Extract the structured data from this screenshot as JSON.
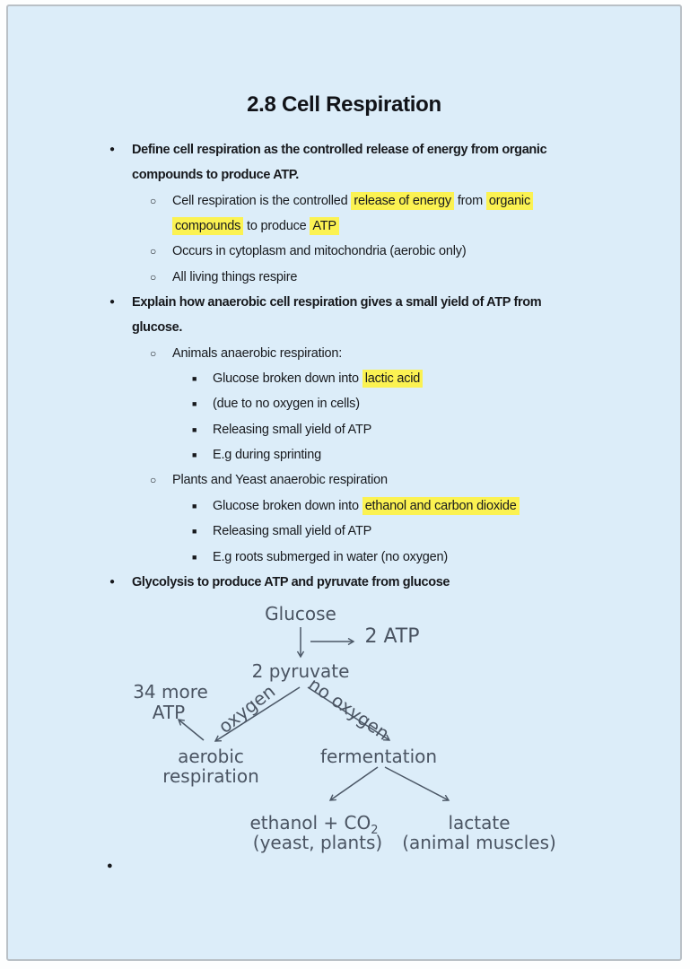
{
  "page": {
    "title": "2.8 Cell Respiration",
    "colors": {
      "page_bg": "#dcedf9",
      "highlight": "#fbf252",
      "text": "#17191d",
      "handwriting": "#4a5462",
      "border": "#b9c0c6"
    },
    "bullets": [
      {
        "level": 1,
        "bold": true,
        "marker": "disc",
        "segments": [
          {
            "text": "Define cell respiration as the controlled release of energy from organic",
            "highlight": false
          }
        ]
      },
      {
        "level": 1,
        "bold": true,
        "marker": "none",
        "segments": [
          {
            "text": "compounds to produce ATP.",
            "highlight": false
          }
        ]
      },
      {
        "level": 2,
        "bold": false,
        "marker": "circle",
        "segments": [
          {
            "text": "Cell respiration is the controlled ",
            "highlight": false
          },
          {
            "text": "release of energy",
            "highlight": true
          },
          {
            "text": " from ",
            "highlight": false
          },
          {
            "text": "organic",
            "highlight": true
          }
        ]
      },
      {
        "level": 2,
        "bold": false,
        "marker": "none",
        "segments": [
          {
            "text": "compounds",
            "highlight": true
          },
          {
            "text": " to produce ",
            "highlight": false
          },
          {
            "text": "ATP",
            "highlight": true
          }
        ]
      },
      {
        "level": 2,
        "bold": false,
        "marker": "circle",
        "segments": [
          {
            "text": "Occurs in cytoplasm and mitochondria (aerobic only)",
            "highlight": false
          }
        ]
      },
      {
        "level": 2,
        "bold": false,
        "marker": "circle",
        "segments": [
          {
            "text": "All living things respire",
            "highlight": false
          }
        ]
      },
      {
        "level": 1,
        "bold": true,
        "marker": "disc",
        "segments": [
          {
            "text": "Explain how anaerobic cell respiration gives a small yield of ATP from",
            "highlight": false
          }
        ]
      },
      {
        "level": 1,
        "bold": true,
        "marker": "none",
        "segments": [
          {
            "text": "glucose.",
            "highlight": false
          }
        ]
      },
      {
        "level": 2,
        "bold": false,
        "marker": "circle",
        "segments": [
          {
            "text": "Animals anaerobic respiration:",
            "highlight": false
          }
        ]
      },
      {
        "level": 3,
        "bold": false,
        "marker": "square",
        "segments": [
          {
            "text": "Glucose broken down into ",
            "highlight": false
          },
          {
            "text": "lactic acid",
            "highlight": true
          }
        ]
      },
      {
        "level": 3,
        "bold": false,
        "marker": "square",
        "segments": [
          {
            "text": "(due to no oxygen in cells)",
            "highlight": false
          }
        ]
      },
      {
        "level": 3,
        "bold": false,
        "marker": "square",
        "segments": [
          {
            "text": "Releasing small yield of ATP",
            "highlight": false
          }
        ]
      },
      {
        "level": 3,
        "bold": false,
        "marker": "square",
        "segments": [
          {
            "text": "E.g during sprinting",
            "highlight": false
          }
        ]
      },
      {
        "level": 2,
        "bold": false,
        "marker": "circle",
        "segments": [
          {
            "text": "Plants and Yeast anaerobic respiration",
            "highlight": false
          }
        ]
      },
      {
        "level": 3,
        "bold": false,
        "marker": "square",
        "segments": [
          {
            "text": "Glucose broken down into ",
            "highlight": false
          },
          {
            "text": "ethanol and carbon dioxide",
            "highlight": true
          }
        ]
      },
      {
        "level": 3,
        "bold": false,
        "marker": "square",
        "segments": [
          {
            "text": "Releasing small yield of ATP",
            "highlight": false
          }
        ]
      },
      {
        "level": 3,
        "bold": false,
        "marker": "square",
        "segments": [
          {
            "text": "E.g roots submerged in water (no oxygen)",
            "highlight": false
          }
        ]
      },
      {
        "level": 1,
        "bold": true,
        "marker": "disc",
        "segments": [
          {
            "text": "Glycolysis to produce ATP and pyruvate from glucose",
            "highlight": false
          }
        ]
      }
    ],
    "trailing_bullet": "●"
  },
  "diagram": {
    "glucose": "Glucose",
    "atp2": "2 ATP",
    "pyruvate": "2 pyruvate",
    "more_atp_line1": "34 more",
    "more_atp_line2": "ATP",
    "oxygen": "oxygen",
    "no_oxygen": "no oxygen",
    "aerobic_line1": "aerobic",
    "aerobic_line2": "respiration",
    "fermentation": "fermentation",
    "ethanol_pre": "ethanol + CO",
    "ethanol_sub": "2",
    "yeast_plants": "(yeast, plants)",
    "lactate": "lactate",
    "animal_muscles": "(animal muscles)"
  }
}
